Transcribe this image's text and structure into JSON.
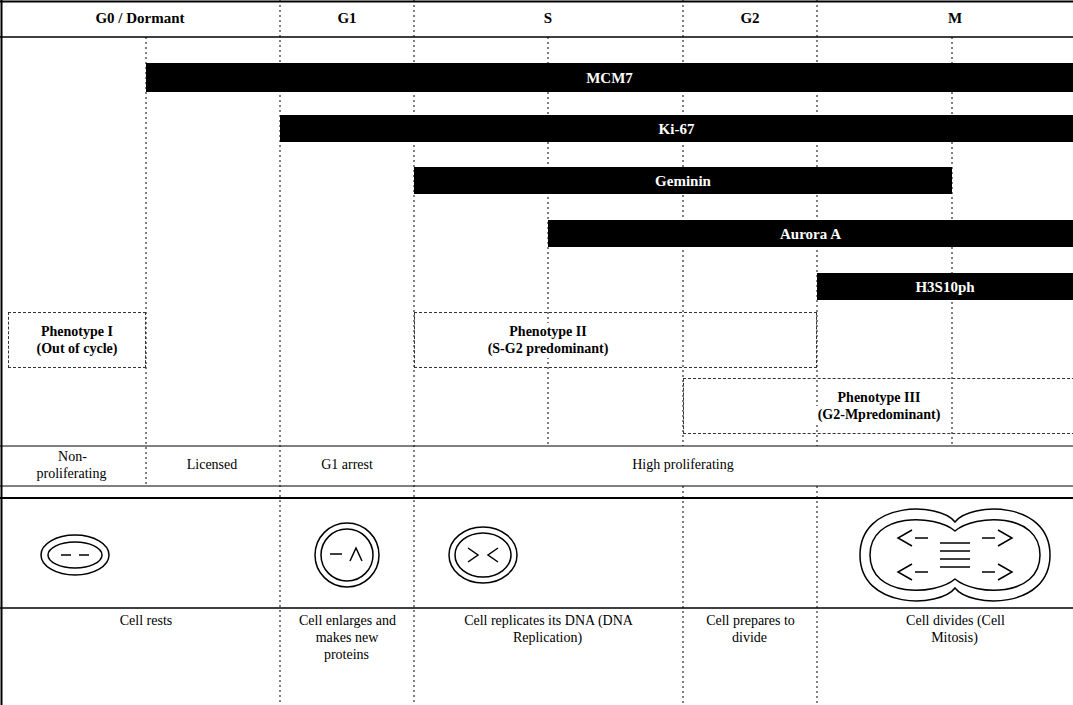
{
  "diagram": {
    "nodes": [
      {
        "text": [
          "MCM7"
        ]
      },
      {
        "text": [
          "Ki-67"
        ]
      },
      {
        "text": [
          "Geminin"
        ]
      },
      {
        "text": [
          "Aurora A"
        ]
      },
      {
        "text": [
          "H3S10ph"
        ]
      },
      {
        "text": [
          "Phenotype I",
          "(Out of cycle)"
        ]
      },
      {
        "text": [
          "Phenotype II",
          "(S-G2 predominant)"
        ]
      },
      {
        "text": [
          "Phenotype III",
          "(G2-Mpredominant)"
        ]
      }
    ],
    "labels": [
      "G0 / Dormant",
      "G1",
      "S",
      "G2",
      "M",
      "Non-proliferating",
      "Licensed",
      "G1 arrest",
      "High proliferating",
      "Cell rests",
      "Cell enlarges and makes new proteins",
      "Cell replicates its DNA (DNA Replication)",
      "Cell prepares to divide",
      "Cell divides (Cell Mitosis)"
    ]
  }
}
